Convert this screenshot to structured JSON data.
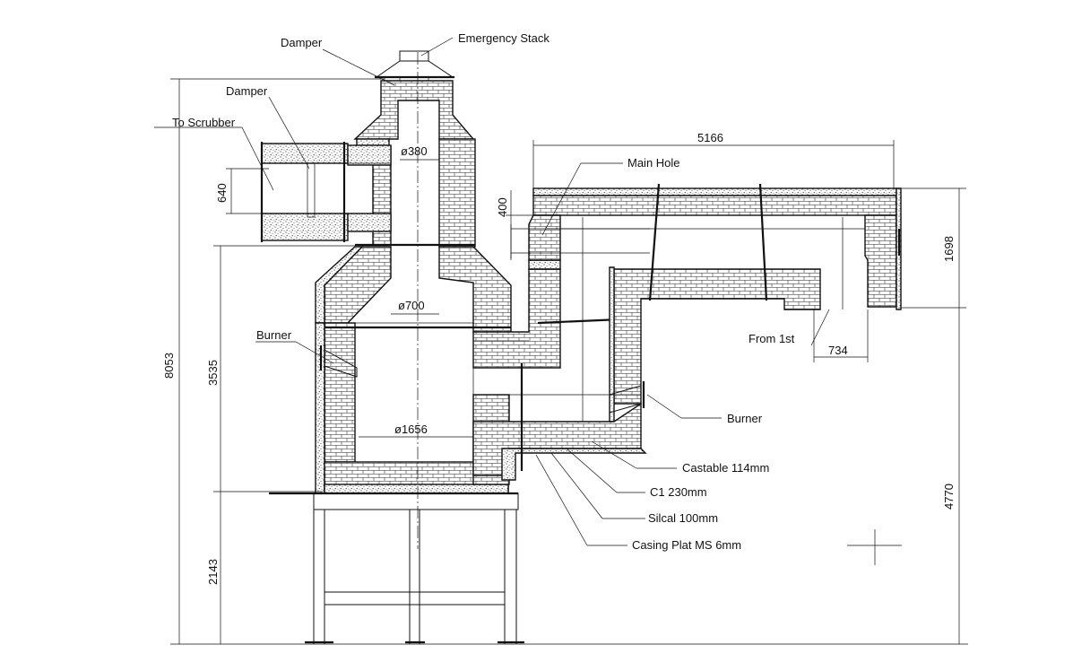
{
  "labels": {
    "emergency_stack": "Emergency Stack",
    "damper_top": "Damper",
    "damper_side": "Damper",
    "to_scrubber": "To Scrubber",
    "main_hole": "Main Hole",
    "burner_left": "Burner",
    "burner_right": "Burner",
    "from_1st": "From 1st",
    "castable": "Castable 114mm",
    "c1": "C1 230mm",
    "silcal": "Silcal 100mm",
    "casing": "Casing Plat MS 6mm"
  },
  "dimensions": {
    "d380": "ø380",
    "d700": "ø700",
    "d1656": "ø1656",
    "d640": "640",
    "d400": "400",
    "d5166": "5166",
    "d1698": "1698",
    "d734": "734",
    "d8053": "8053",
    "d3535": "3535",
    "d2143": "2143",
    "d4770": "4770"
  },
  "colors": {
    "line": "#111111",
    "brick": "#ffffff",
    "insulation_dots": "#333333",
    "background": "#ffffff"
  }
}
